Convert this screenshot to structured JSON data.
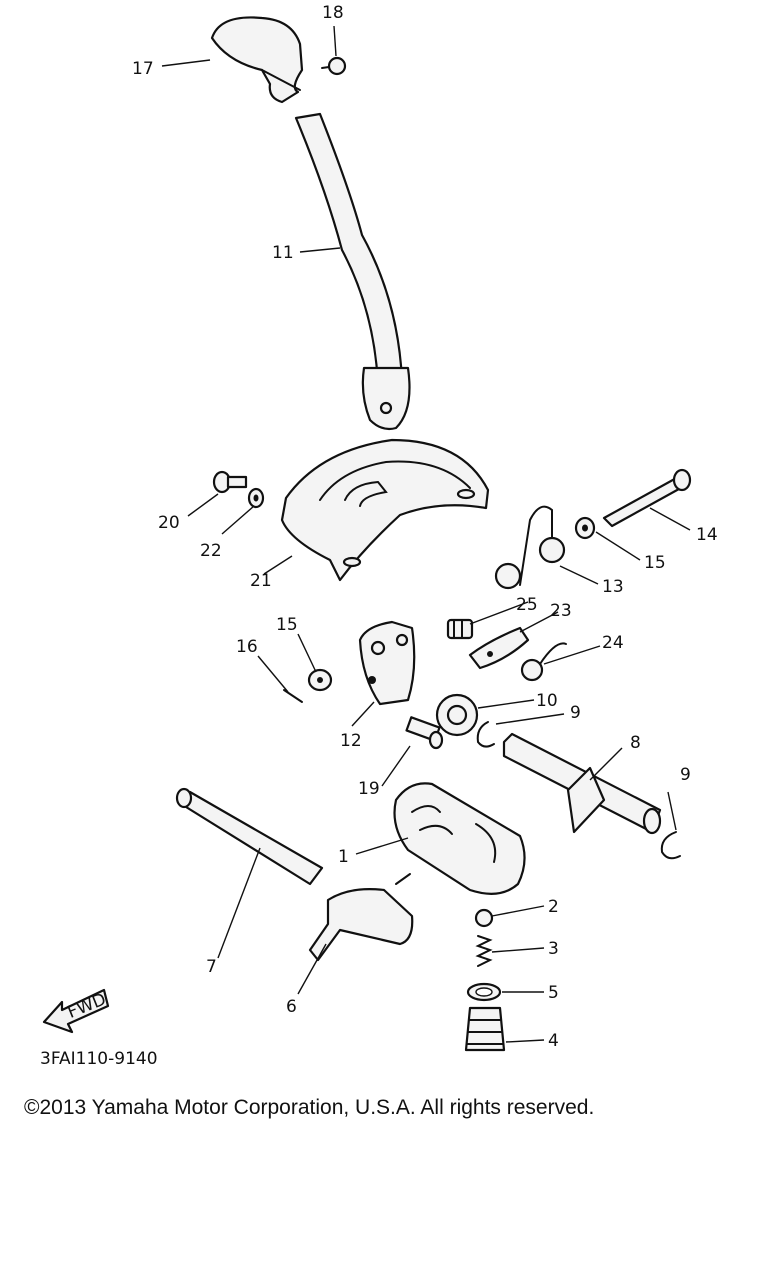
{
  "diagram": {
    "callouts": [
      "1",
      "2",
      "3",
      "4",
      "5",
      "6",
      "7",
      "8",
      "9",
      "9",
      "10",
      "11",
      "12",
      "13",
      "14",
      "15",
      "15",
      "16",
      "17",
      "18",
      "19",
      "20",
      "21",
      "22",
      "23",
      "24",
      "25"
    ],
    "fwd_label": "FWD",
    "figure_code": "3FAI110-9140"
  },
  "footer": {
    "copyright": "©2013 Yamaha Motor Corporation, U.S.A. All rights reserved."
  }
}
